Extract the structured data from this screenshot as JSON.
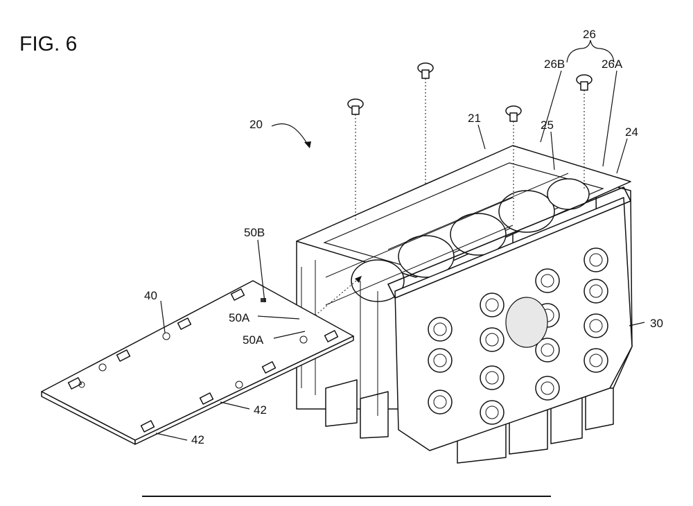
{
  "figure": {
    "title": "FIG. 6"
  },
  "labels": {
    "l26": "26",
    "l26B": "26B",
    "l26A": "26A",
    "l20": "20",
    "l21": "21",
    "l25": "25",
    "l24": "24",
    "l50B": "50B",
    "l40": "40",
    "l50A_1": "50A",
    "l50A_2": "50A",
    "l30": "30",
    "l42_1": "42",
    "l42_2": "42"
  }
}
